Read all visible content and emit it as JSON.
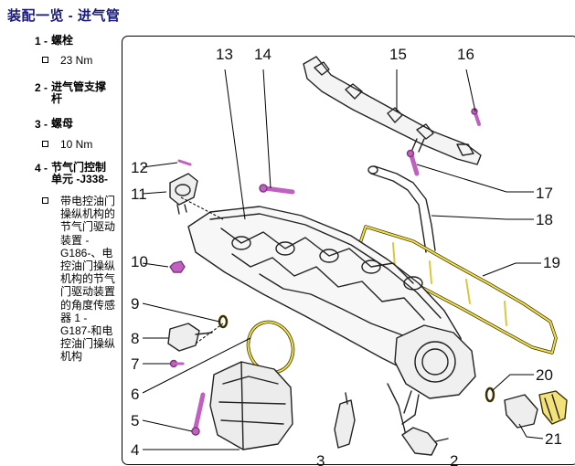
{
  "page": {
    "title": "装配一览 - 进气管"
  },
  "legend": [
    {
      "num": "1 -",
      "name": "螺栓",
      "details": [
        "23 Nm"
      ]
    },
    {
      "num": "2 -",
      "name": "进气管支撑杆",
      "details": []
    },
    {
      "num": "3 -",
      "name": "螺母",
      "details": [
        "10 Nm"
      ]
    },
    {
      "num": "4 -",
      "name": "节气门控制单元 -J338-",
      "details": [
        "带电控油门操纵机构的节气门驱动装置 -G186-、电控油门操纵机构的节气门驱动装置的角度传感器 1 -G187-和电控油门操纵机构"
      ]
    }
  ],
  "diagram": {
    "labels": {
      "n2": "2",
      "n3": "3",
      "n4": "4",
      "n5": "5",
      "n6": "6",
      "n7": "7",
      "n8": "8",
      "n9": "9",
      "n10": "10",
      "n11": "11",
      "n12": "12",
      "n13": "13",
      "n14": "14",
      "n15": "15",
      "n16": "16",
      "n17": "17",
      "n18": "18",
      "n19": "19",
      "n20": "20",
      "n21": "21"
    },
    "colors": {
      "highlight_bolt": "#c060c0",
      "highlight_seal": "#f0e050",
      "linework": "#222222"
    }
  }
}
